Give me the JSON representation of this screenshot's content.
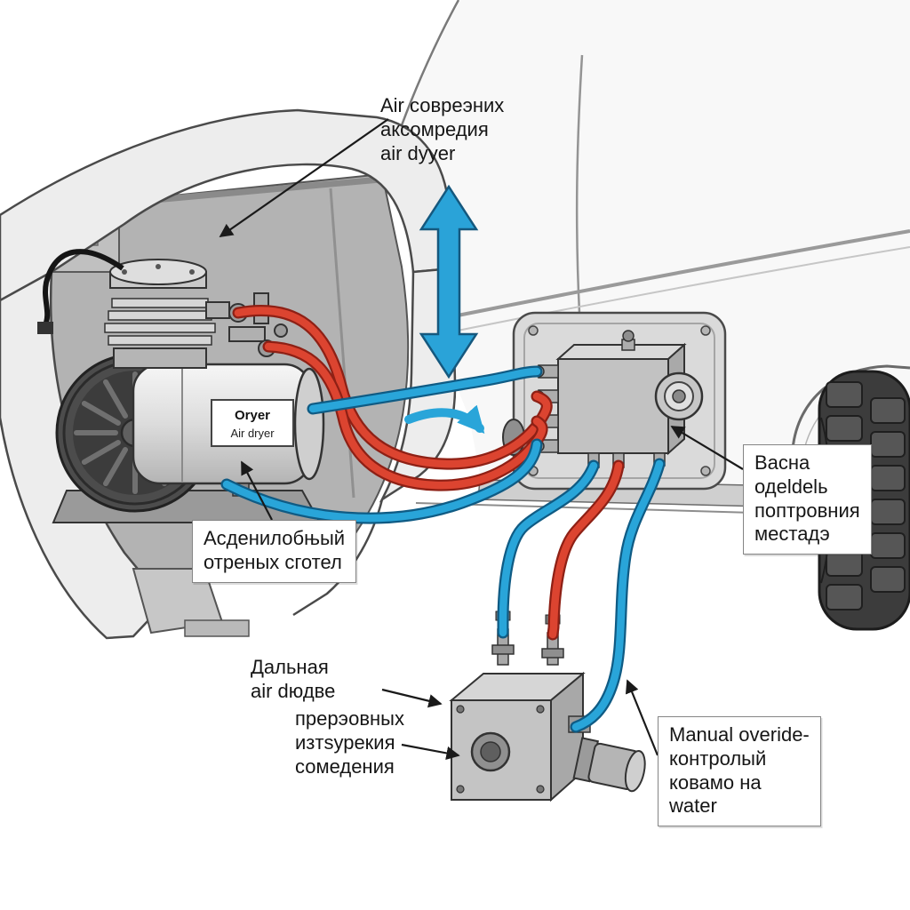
{
  "diagram": {
    "labels": {
      "top": [
        "Air совреэних",
        "аксомредия",
        "air dyyer"
      ],
      "compressor": [
        "Асденилобњый",
        "отреных сготел"
      ],
      "valve_block": [
        "Васна",
        "одеldеlь",
        "поптровния",
        "местадэ"
      ],
      "air_line": [
        "Дальная",
        "air dюдве"
      ],
      "connection": [
        "прерэовных",
        "изтѕурекия",
        "сомедения"
      ],
      "manual_override": [
        "Manual overide-",
        "контролый",
        "ковамо на",
        "water"
      ]
    },
    "component_text": {
      "dryer_line1": "Oryer",
      "dryer_line2": "Air dryer"
    },
    "colors": {
      "hose_blue": "#29a5d9",
      "hose_red": "#dc4430",
      "leader": "#1a1a1a",
      "body_gray": "#ededed"
    }
  }
}
